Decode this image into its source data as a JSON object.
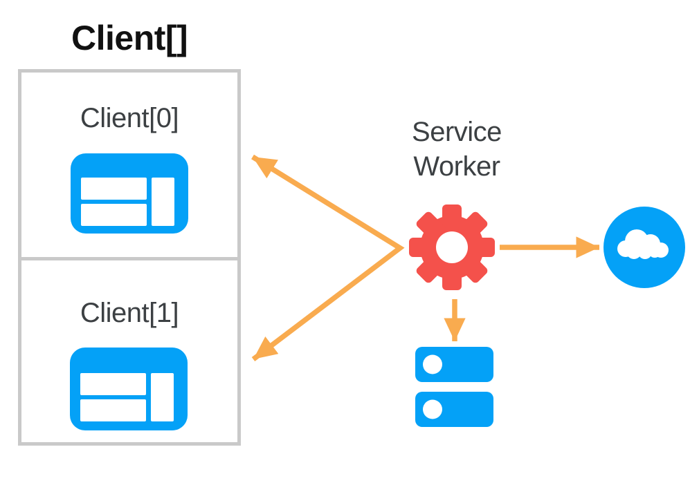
{
  "colors": {
    "blue": "#04A1F7",
    "red": "#F4514B",
    "orange": "#F9AB4F",
    "border": "#C9C9C9",
    "text_dark": "#3C4043",
    "title": "#111111",
    "white": "#FFFFFF"
  },
  "diagram": {
    "title": "Client[]",
    "clients": [
      {
        "label": "Client[0]",
        "icon": "browser-window-icon"
      },
      {
        "label": "Client[1]",
        "icon": "browser-window-icon"
      }
    ],
    "service_worker": {
      "line1": "Service",
      "line2": "Worker",
      "icon": "gear-icon"
    },
    "network": {
      "icon": "cloud-icon"
    },
    "storage": {
      "icon": "database-icon"
    },
    "connections": [
      {
        "from": "service-worker",
        "to": "client-0",
        "style": "orange-arrow"
      },
      {
        "from": "service-worker",
        "to": "client-1",
        "style": "orange-arrow"
      },
      {
        "from": "service-worker",
        "to": "network-cloud",
        "style": "orange-arrow"
      },
      {
        "from": "service-worker",
        "to": "database",
        "style": "orange-arrow"
      }
    ]
  }
}
